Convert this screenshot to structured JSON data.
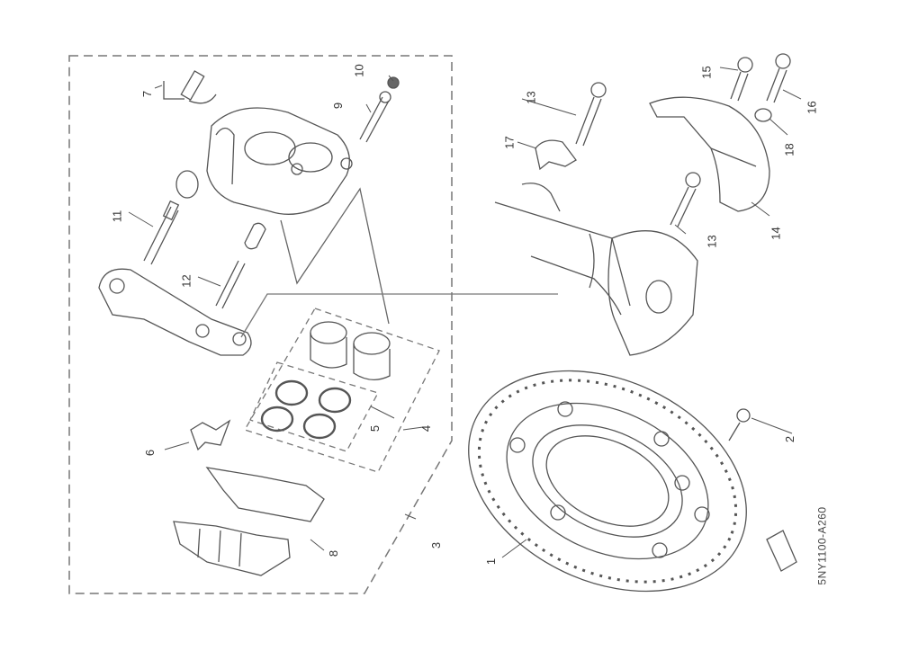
{
  "diagram": {
    "type": "exploded-parts-diagram",
    "subject": "Front brake caliper and disc assembly",
    "drawing_code": "5NY1100-A260",
    "line_color": "#555555",
    "background": "#ffffff"
  },
  "callouts": [
    {
      "id": "1",
      "label": "1",
      "part": "brake-disc"
    },
    {
      "id": "2",
      "label": "2",
      "part": "disc-bolt"
    },
    {
      "id": "3",
      "label": "3",
      "part": "caliper-assembly"
    },
    {
      "id": "4",
      "label": "4",
      "part": "caliper-seal-kit"
    },
    {
      "id": "5",
      "label": "5",
      "part": "piston-seals"
    },
    {
      "id": "6",
      "label": "6",
      "part": "pad-spring"
    },
    {
      "id": "7",
      "label": "7",
      "part": "bleed-screw"
    },
    {
      "id": "8",
      "label": "8",
      "part": "brake-pad-kit"
    },
    {
      "id": "9",
      "label": "9",
      "part": "pad-pin"
    },
    {
      "id": "10",
      "label": "10",
      "part": "pin-plug"
    },
    {
      "id": "11",
      "label": "11",
      "part": "slide-pin"
    },
    {
      "id": "12",
      "label": "12",
      "part": "slide-pin-bolt"
    },
    {
      "id": "13a",
      "label": "13",
      "part": "bolt"
    },
    {
      "id": "13b",
      "label": "13",
      "part": "bolt"
    },
    {
      "id": "14",
      "label": "14",
      "part": "disc-guard"
    },
    {
      "id": "15",
      "label": "15",
      "part": "bolt"
    },
    {
      "id": "16",
      "label": "16",
      "part": "bolt"
    },
    {
      "id": "17",
      "label": "17",
      "part": "hose-holder"
    },
    {
      "id": "18",
      "label": "18",
      "part": "washer"
    }
  ]
}
